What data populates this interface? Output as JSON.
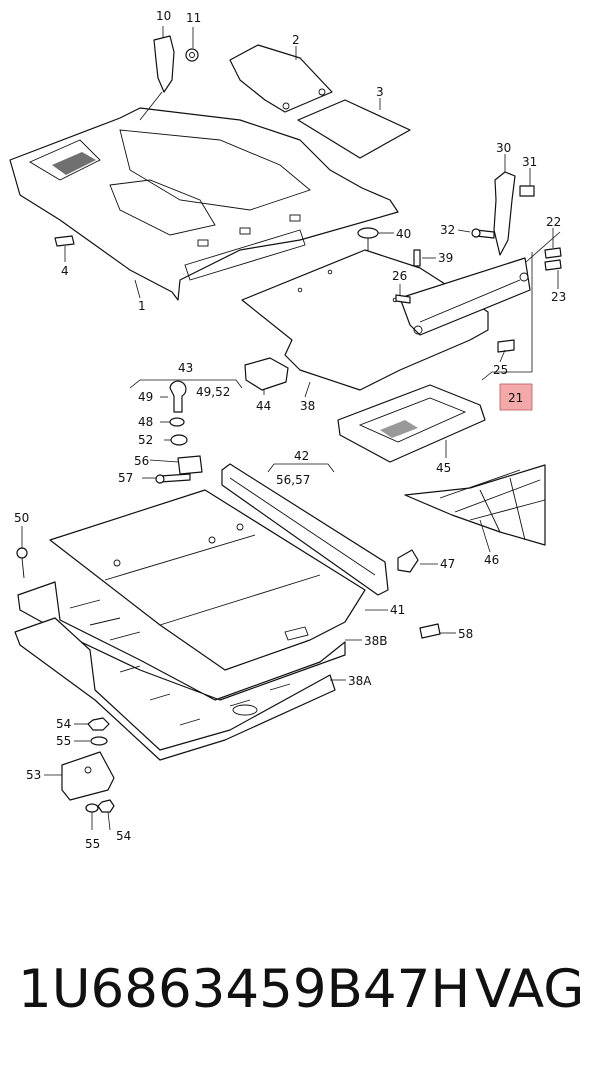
{
  "callouts": [
    {
      "id": "c10",
      "text": "10"
    },
    {
      "id": "c11",
      "text": "11"
    },
    {
      "id": "c2",
      "text": "2"
    },
    {
      "id": "c3",
      "text": "3"
    },
    {
      "id": "c4",
      "text": "4"
    },
    {
      "id": "c1",
      "text": "1"
    },
    {
      "id": "c30",
      "text": "30"
    },
    {
      "id": "c31",
      "text": "31"
    },
    {
      "id": "c32",
      "text": "32"
    },
    {
      "id": "c40",
      "text": "40"
    },
    {
      "id": "c22",
      "text": "22"
    },
    {
      "id": "c39",
      "text": "39"
    },
    {
      "id": "c26",
      "text": "26"
    },
    {
      "id": "c23",
      "text": "23"
    },
    {
      "id": "c25",
      "text": "25"
    },
    {
      "id": "c21",
      "text": "21"
    },
    {
      "id": "c43",
      "text": "43"
    },
    {
      "id": "c49",
      "text": "49"
    },
    {
      "id": "c4952",
      "text": "49,52"
    },
    {
      "id": "c44",
      "text": "44"
    },
    {
      "id": "c38",
      "text": "38"
    },
    {
      "id": "c48",
      "text": "48"
    },
    {
      "id": "c52",
      "text": "52"
    },
    {
      "id": "c45",
      "text": "45"
    },
    {
      "id": "c56",
      "text": "56"
    },
    {
      "id": "c57",
      "text": "57"
    },
    {
      "id": "c42",
      "text": "42"
    },
    {
      "id": "c5657",
      "text": "56,57"
    },
    {
      "id": "c46",
      "text": "46"
    },
    {
      "id": "c50",
      "text": "50"
    },
    {
      "id": "c47",
      "text": "47"
    },
    {
      "id": "c41",
      "text": "41"
    },
    {
      "id": "c58",
      "text": "58"
    },
    {
      "id": "c38b",
      "text": "38B"
    },
    {
      "id": "c38a",
      "text": "38A"
    },
    {
      "id": "c54a",
      "text": "54"
    },
    {
      "id": "c55a",
      "text": "55"
    },
    {
      "id": "c53",
      "text": "53"
    },
    {
      "id": "c55b",
      "text": "55"
    },
    {
      "id": "c54b",
      "text": "54"
    }
  ],
  "highlight": {
    "callout": "21",
    "color": "#f3a9a9"
  },
  "footer": {
    "part_number": "1U6863459B47H",
    "brand": "VAG"
  }
}
